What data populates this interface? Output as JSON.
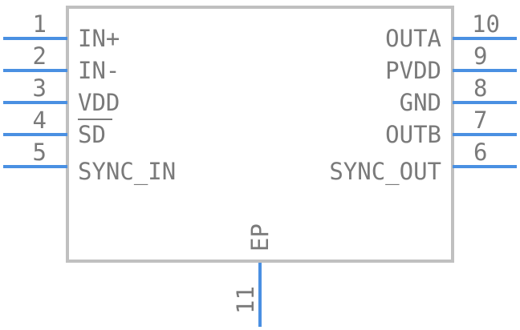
{
  "component": {
    "body_color": "#c0c0c0",
    "pin_color": "#4a90e2",
    "text_color": "#7a7a7a"
  },
  "pins": {
    "left": [
      {
        "number": "1",
        "label": "IN+"
      },
      {
        "number": "2",
        "label": "IN-"
      },
      {
        "number": "3",
        "label": "VDD"
      },
      {
        "number": "4",
        "label": "SD",
        "overbar": true
      },
      {
        "number": "5",
        "label": "SYNC_IN"
      }
    ],
    "right": [
      {
        "number": "10",
        "label": "OUTA"
      },
      {
        "number": "9",
        "label": "PVDD"
      },
      {
        "number": "8",
        "label": "GND"
      },
      {
        "number": "7",
        "label": "OUTB"
      },
      {
        "number": "6",
        "label": "SYNC_OUT"
      }
    ],
    "bottom": [
      {
        "number": "11",
        "label": "EP"
      }
    ]
  }
}
